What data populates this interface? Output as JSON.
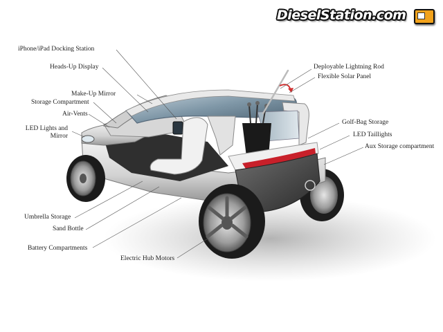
{
  "logo": {
    "text": "DieselStation.com"
  },
  "labels": {
    "dock": "iPhone/iPad Docking Station",
    "hud": "Heads-Up Display",
    "mirror": "Make-Up Mirror",
    "storage": "Storage Compartment",
    "vents": "Air-Vents",
    "led_line1": "LED Lights and",
    "led_line2": "Mirror",
    "lightning": "Deployable Lightning Rod",
    "solar": "Flexible Solar Panel",
    "golf": "Golf-Bag Storage",
    "taillights": "LED Taillights",
    "aux": "Aux Storage compartment",
    "umbrella": "Umbrella Storage",
    "sand": "Sand Bottle",
    "battery": "Battery Compartments",
    "hub": "Electric Hub Motors"
  },
  "colors": {
    "label_text": "#222222",
    "leader": "#555555",
    "logo_accent": "#f2a21b"
  }
}
